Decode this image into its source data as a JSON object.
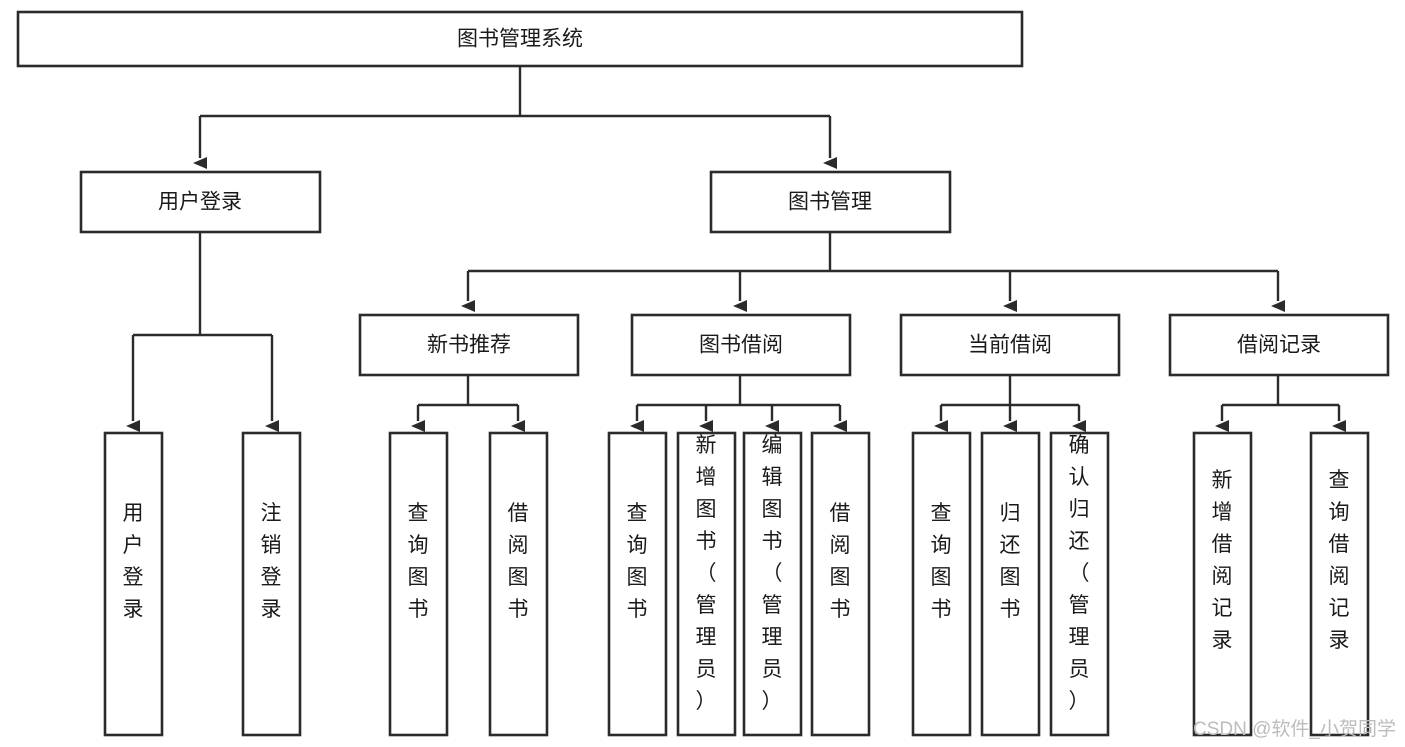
{
  "diagram": {
    "title": "图书管理系统",
    "type": "tree-hierarchy",
    "orientation": "top-down",
    "colors": {
      "box_fill": "#ffffff",
      "box_stroke": "#2b2b2b",
      "connector": "#2b2b2b",
      "text": "#1a1a1a",
      "watermark": "#bcbcbc",
      "background": "#ffffff"
    },
    "root": {
      "id": "root",
      "label": "图书管理系统",
      "text_orientation": "horizontal"
    },
    "level2": [
      {
        "id": "user-login",
        "label": "用户登录",
        "text_orientation": "horizontal"
      },
      {
        "id": "book-management",
        "label": "图书管理",
        "text_orientation": "horizontal"
      }
    ],
    "level3": [
      {
        "id": "new-book-recommend",
        "label": "新书推荐",
        "parent": "book-management",
        "text_orientation": "horizontal"
      },
      {
        "id": "book-borrow",
        "label": "图书借阅",
        "parent": "book-management",
        "text_orientation": "horizontal"
      },
      {
        "id": "current-borrow",
        "label": "当前借阅",
        "parent": "book-management",
        "text_orientation": "horizontal"
      },
      {
        "id": "borrow-record",
        "label": "借阅记录",
        "parent": "book-management",
        "text_orientation": "horizontal"
      }
    ],
    "leaves": [
      {
        "id": "leaf-user-login",
        "label": "用户登录",
        "parent": "user-login",
        "text_orientation": "vertical"
      },
      {
        "id": "leaf-logout-login",
        "label": "注销登录",
        "parent": "user-login",
        "text_orientation": "vertical"
      },
      {
        "id": "leaf-query-book-recommend",
        "label": "查询图书",
        "parent": "new-book-recommend",
        "text_orientation": "vertical"
      },
      {
        "id": "leaf-borrow-book-recommend",
        "label": "借阅图书",
        "parent": "new-book-recommend",
        "text_orientation": "vertical"
      },
      {
        "id": "leaf-query-book-borrow",
        "label": "查询图书",
        "parent": "book-borrow",
        "text_orientation": "vertical"
      },
      {
        "id": "leaf-add-book-admin",
        "label": "新增图书（管理员）",
        "parent": "book-borrow",
        "text_orientation": "vertical"
      },
      {
        "id": "leaf-edit-book-admin",
        "label": "编辑图书（管理员）",
        "parent": "book-borrow",
        "text_orientation": "vertical"
      },
      {
        "id": "leaf-borrow-book",
        "label": "借阅图书",
        "parent": "book-borrow",
        "text_orientation": "vertical"
      },
      {
        "id": "leaf-query-book-current",
        "label": "查询图书",
        "parent": "current-borrow",
        "text_orientation": "vertical"
      },
      {
        "id": "leaf-return-book",
        "label": "归还图书",
        "parent": "current-borrow",
        "text_orientation": "vertical"
      },
      {
        "id": "leaf-confirm-return-admin",
        "label": "确认归还（管理员）",
        "parent": "current-borrow",
        "text_orientation": "vertical"
      },
      {
        "id": "leaf-add-borrow-record",
        "label": "新增借阅记录",
        "parent": "borrow-record",
        "text_orientation": "vertical"
      },
      {
        "id": "leaf-query-borrow-record",
        "label": "查询借阅记录",
        "parent": "borrow-record",
        "text_orientation": "vertical"
      }
    ],
    "watermark": "CSDN @软件_小贺同学"
  }
}
